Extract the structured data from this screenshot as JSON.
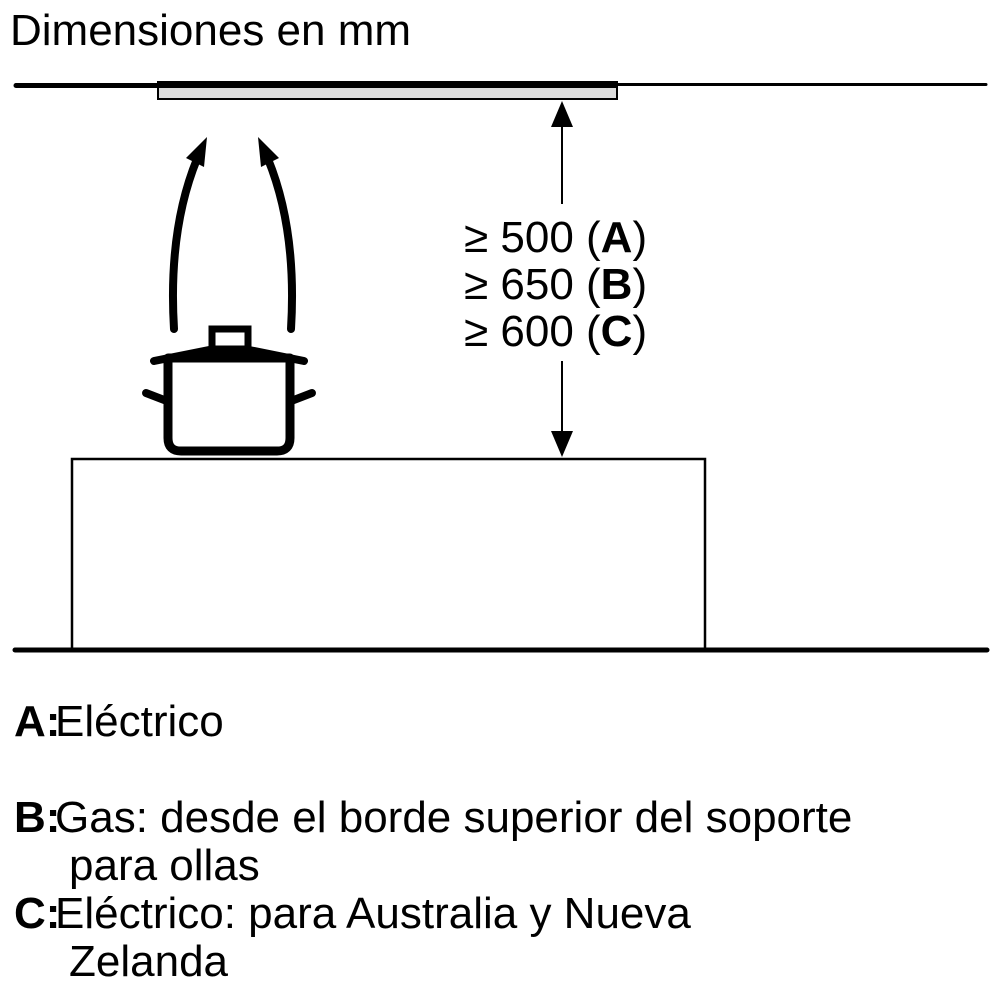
{
  "title": "Dimensiones en mm",
  "colors": {
    "hood_fill": "#dcdcdc",
    "line": "#000000"
  },
  "diagram": {
    "clearances": [
      {
        "prefix": "≥ 500 (",
        "key": "A",
        "suffix": ")"
      },
      {
        "prefix": "≥ 650 (",
        "key": "B",
        "suffix": ")"
      },
      {
        "prefix": "≥ 600 (",
        "key": "C",
        "suffix": ")"
      }
    ]
  },
  "legend": {
    "items": [
      {
        "label": "A:",
        "lines": [
          "Eléctrico"
        ]
      },
      {
        "label": "B:",
        "lines": [
          "Gas: desde el borde superior del soporte",
          "para ollas"
        ]
      },
      {
        "label": "C:",
        "lines": [
          "Eléctrico: para Australia y Nueva",
          "Zelanda"
        ]
      }
    ]
  }
}
